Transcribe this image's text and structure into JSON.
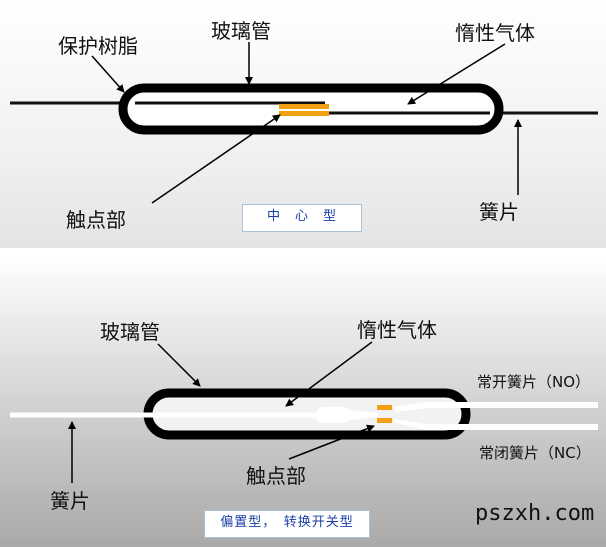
{
  "colors": {
    "glass_tube": "#000000",
    "reed": "#111111",
    "contact": "#f0a010",
    "resin": "#7a4a1e",
    "type_text": "#1b3fa8",
    "type_border": "#a9c4da"
  },
  "top": {
    "labels": {
      "protective_resin": "保护树脂",
      "glass_tube": "玻璃管",
      "inert_gas": "惰性气体",
      "contact": "触点部",
      "reed": "簧片"
    },
    "type_label": "中　心　型"
  },
  "bottom": {
    "labels": {
      "glass_tube": "玻璃管",
      "inert_gas": "惰性气体",
      "no_reed": "常开簧片（NO）",
      "nc_reed": "常闭簧片（NC）",
      "contact": "触点部",
      "reed": "簧片"
    },
    "type_label": "偏置型，　转换开关型"
  },
  "watermark": "pszxh.com"
}
